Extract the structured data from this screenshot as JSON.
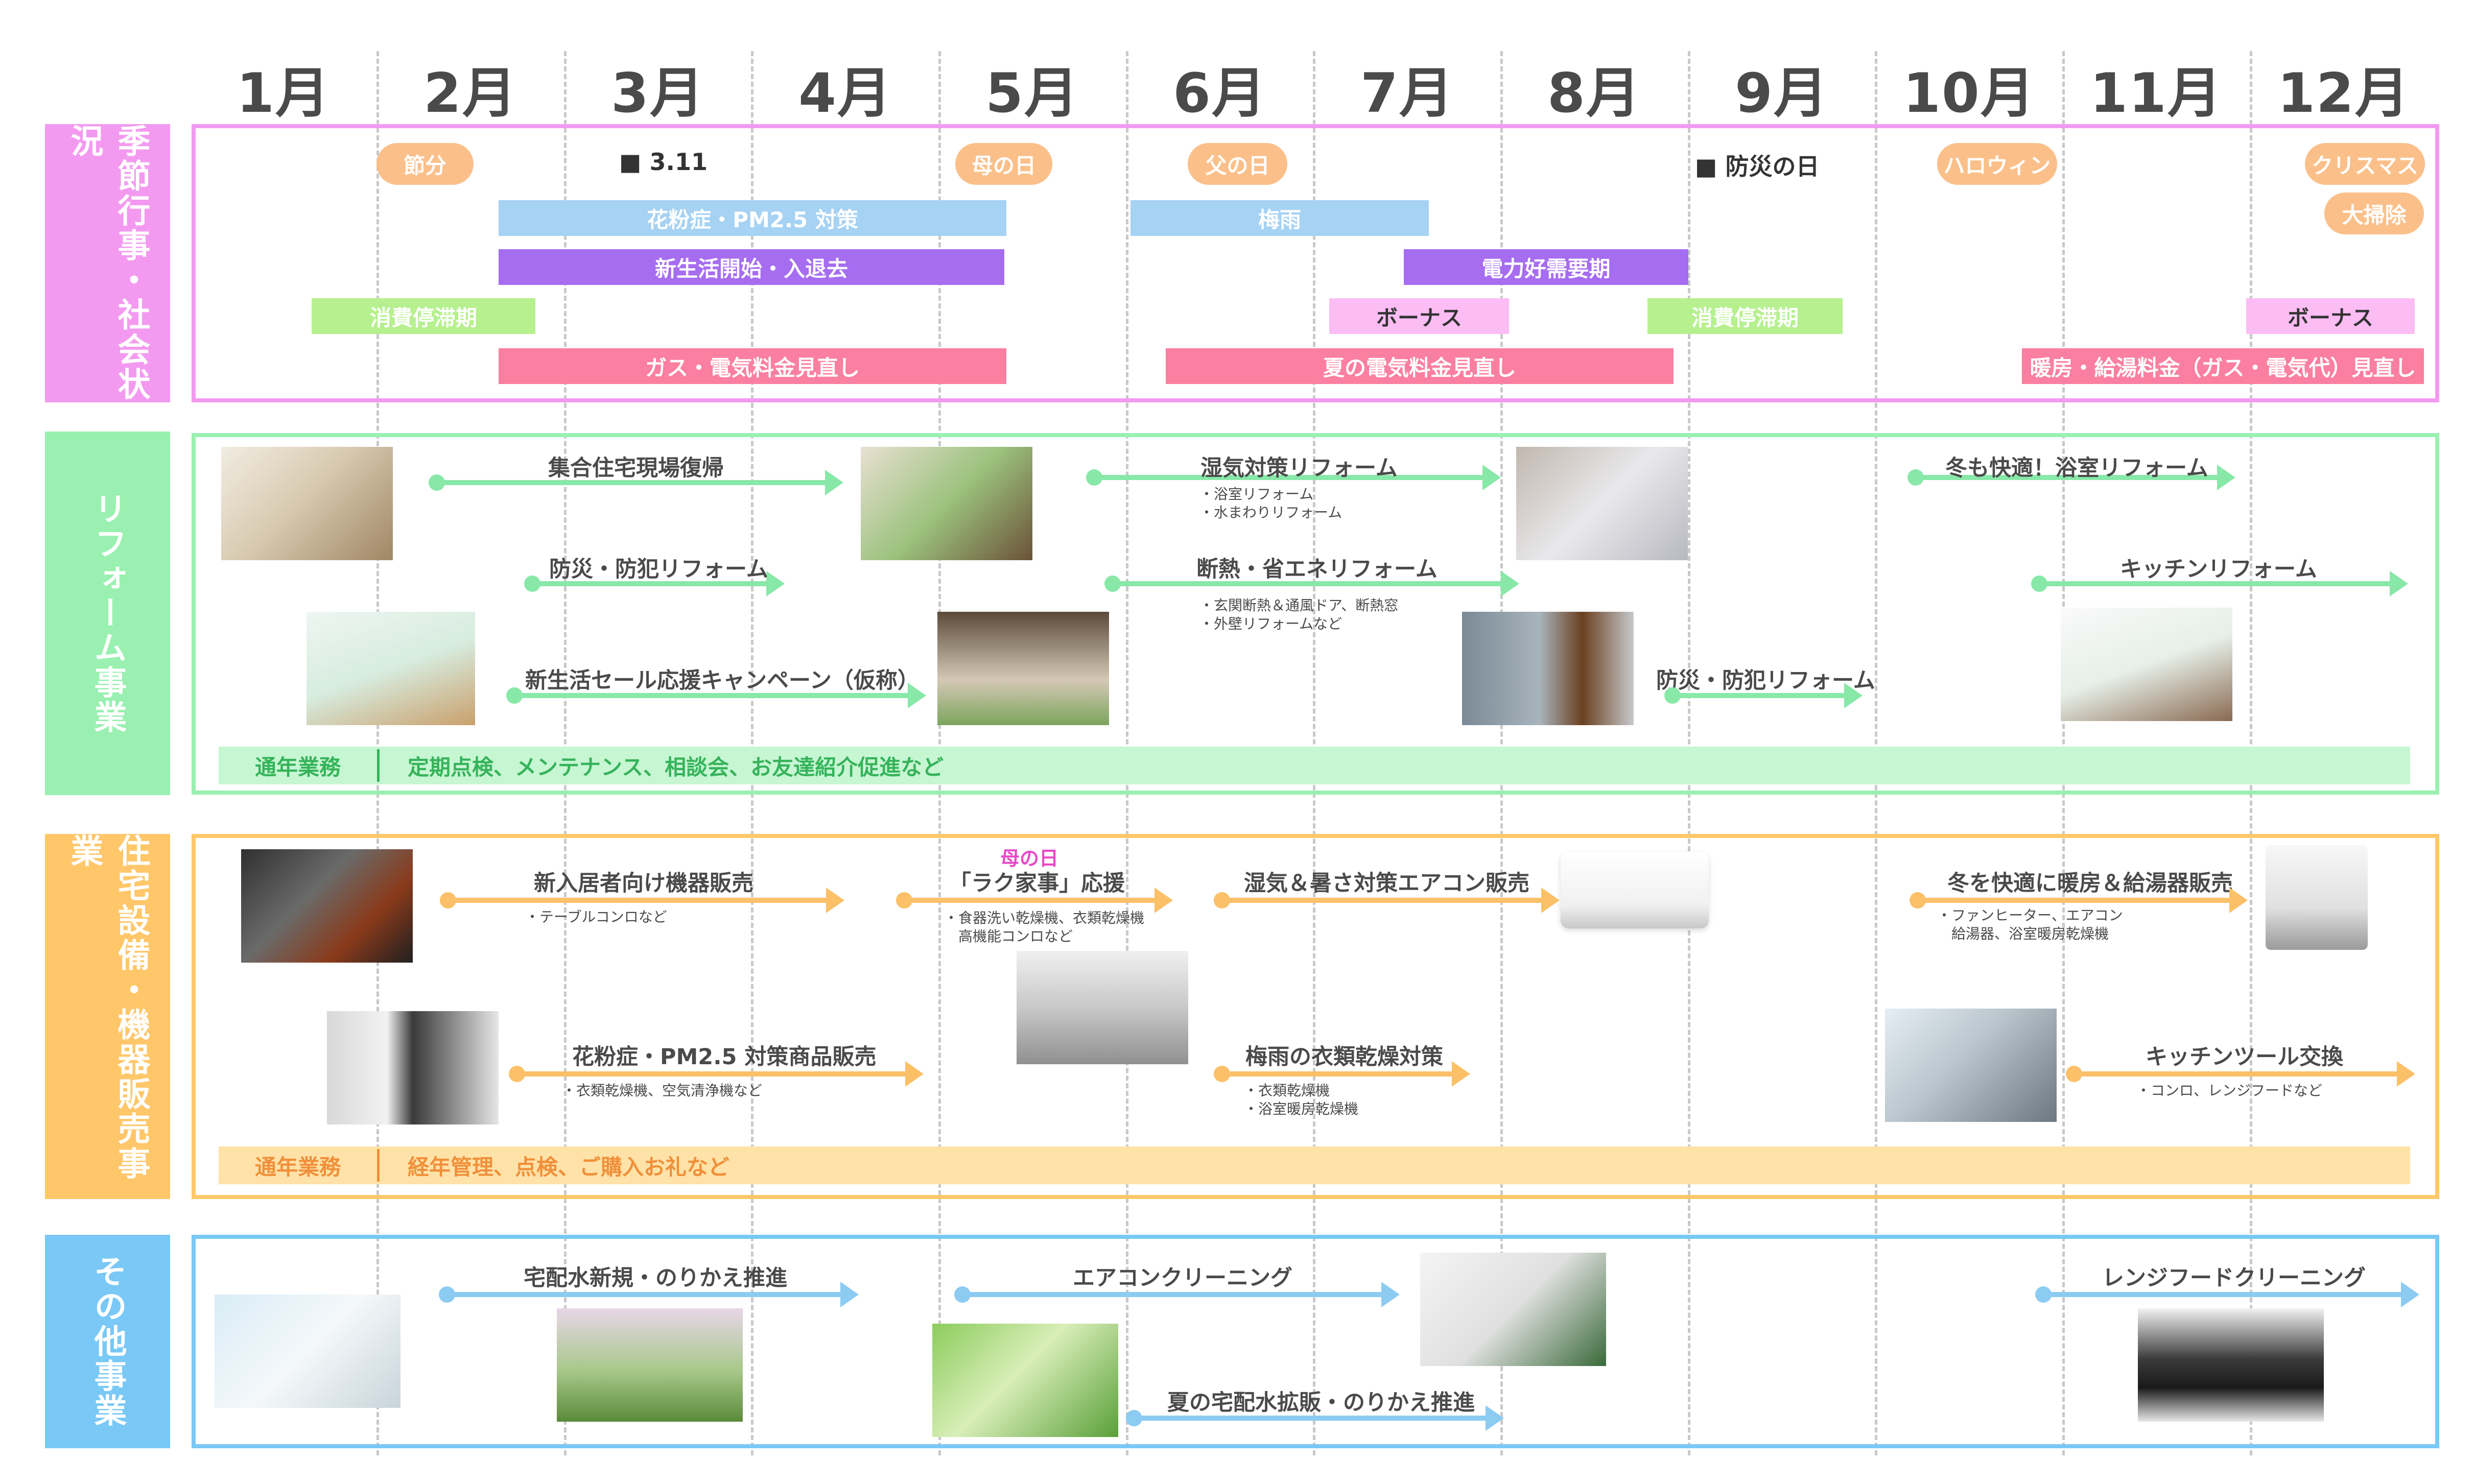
{
  "months": [
    "1月",
    "2月",
    "3月",
    "4月",
    "5月",
    "6月",
    "7月",
    "8月",
    "9月",
    "10月",
    "11月",
    "12月"
  ],
  "sections": {
    "seasonal": "季節行事・社会状況",
    "reform": "リフォーム事業",
    "equipment": "住宅設備・機器販売事業",
    "other": "その他事業"
  },
  "seasonal": {
    "setsubun": "節分",
    "march11": "■ 3.11",
    "mothers_day": "母の日",
    "fathers_day": "父の日",
    "disaster_day": "■ 防災の日",
    "halloween": "ハロウィン",
    "christmas": "クリスマス",
    "osouji": "大掃除",
    "pollen": "花粉症・PM2.5 対策",
    "rainy": "梅雨",
    "new_life": "新生活開始・入退去",
    "power_peak": "電力好需要期",
    "slump1": "消費停滞期",
    "bonus_summer": "ボーナス",
    "slump2": "消費停滞期",
    "bonus_winter": "ボーナス",
    "gas_review": "ガス・電気料金見直し",
    "summer_review": "夏の電気料金見直し",
    "winter_review": "暖房・給湯料金（ガス・電気代）見直し"
  },
  "reform": {
    "a1": "集合住宅現場復帰",
    "a2": "防災・防犯リフォーム",
    "a3": "新生活セール応援キャンペーン（仮称）",
    "a4": "湿気対策リフォーム",
    "a4_sub": "・浴室リフォーム\n・水まわりリフォーム",
    "a5": "断熱・省エネリフォーム",
    "a5_sub": "・玄関断熱＆通風ドア、断熱窓\n・外壁リフォームなど",
    "a6": "防災・防犯リフォーム",
    "a7": "冬も快適！浴室リフォーム",
    "a8": "キッチンリフォーム",
    "year_key": "通年業務",
    "year_val": "定期点検、メンテナンス、相談会、お友達紹介促進など"
  },
  "equipment": {
    "b1": "新入居者向け機器販売",
    "b1_sub": "・テーブルコンロなど",
    "b2_tag": "母の日",
    "b2": "「ラク家事」応援",
    "b2_sub": "・食器洗い乾燥機、衣類乾燥機\n　高機能コンロなど",
    "b3": "湿気＆暑さ対策エアコン販売",
    "b4": "冬を快適に暖房＆給湯器販売",
    "b4_sub": "・ファンヒーター、エアコン\n　給湯器、浴室暖房乾燥機",
    "b5": "花粉症・PM2.5 対策商品販売",
    "b5_sub": "・衣類乾燥機、空気清浄機など",
    "b6": "梅雨の衣類乾燥対策",
    "b6_sub": "・衣類乾燥機\n・浴室暖房乾燥機",
    "b7": "キッチンツール交換",
    "b7_sub": "・コンロ、レンジフードなど",
    "year_key": "通年業務",
    "year_val": "経年管理、点検、ご購入お礼など"
  },
  "other": {
    "c1": "宅配水新規・のりかえ推進",
    "c2": "エアコンクリーニング",
    "c3": "夏の宅配水拡販・のりかえ推進",
    "c4": "レンジフードクリーニング"
  },
  "colors": {
    "seasonal": "#f39af0",
    "reform": "#99f0b0",
    "equipment": "#ffc76a",
    "other": "#79c8f5",
    "pill": "#fbc08a",
    "reform_arrow": "#88e8a8",
    "equip_arrow": "#fbc068",
    "other_arrow": "#8ccbf2"
  }
}
